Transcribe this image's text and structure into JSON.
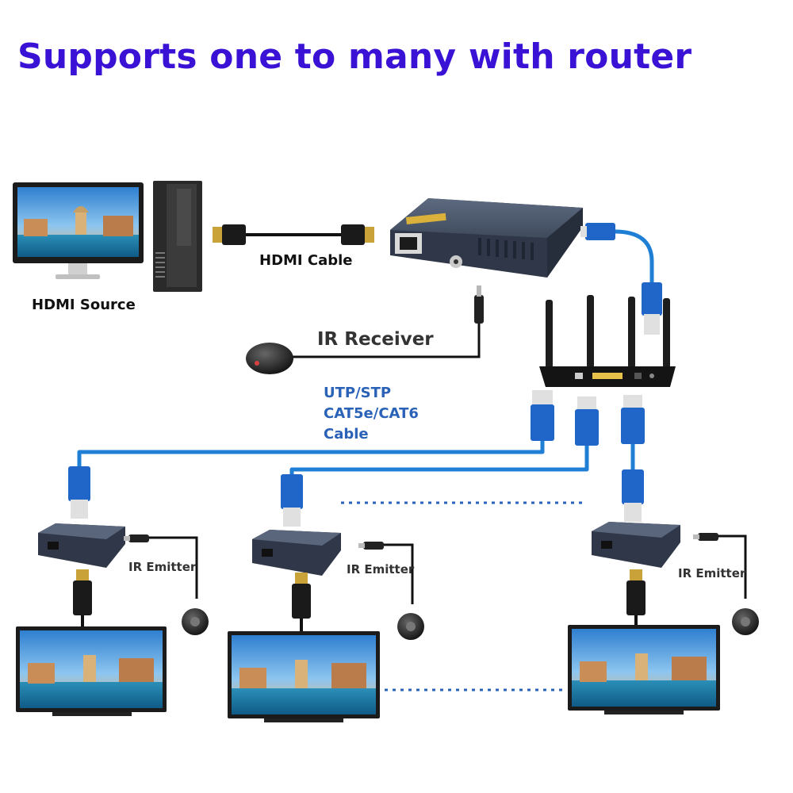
{
  "headline": "Supports one to many with router",
  "labels": {
    "hdmi_source": "HDMI Source",
    "hdmi_cable": "HDMI Cable",
    "ir_receiver": "IR Receiver",
    "cable_line1": "UTP/STP",
    "cable_line2": "CAT5e/CAT6",
    "cable_line3": "Cable",
    "ir_emitter": "IR Emitter"
  },
  "colors": {
    "headline": "#3a12d6",
    "cable_text": "#2a62b8",
    "label_text": "#111111",
    "ir_emitter_text": "#333333",
    "lan_cable": "#1f7fd4",
    "dotted": "#2a62b8"
  }
}
